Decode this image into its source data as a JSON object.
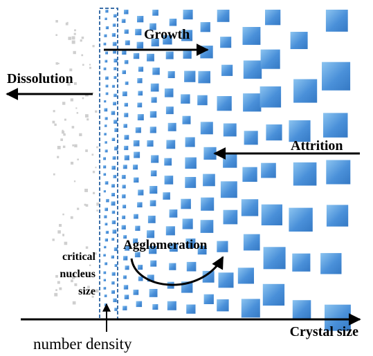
{
  "labels": {
    "growth": "Growth",
    "dissolution": "Dissolution",
    "attrition": "Attrition",
    "agglomeration": "Agglomeration",
    "critical_line1": "critical",
    "critical_line2": "nucleus",
    "critical_line3": "size",
    "x_axis": "Crystal size",
    "y_axis": "number density"
  },
  "colors": {
    "crystal_dark": "#3f86d1",
    "crystal_light": "#8cc0ee",
    "arrow": "#000000",
    "critical_box": "#3a6ea8",
    "grey_dots": "#c8c8c8"
  }
}
